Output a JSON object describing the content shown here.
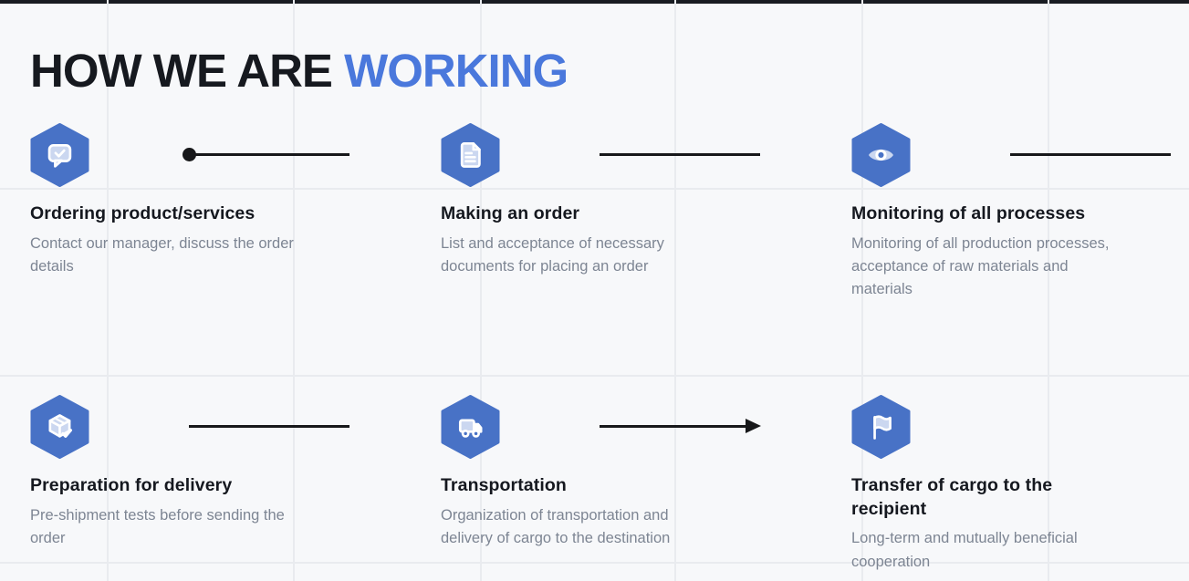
{
  "page": {
    "background": "#f7f8fa",
    "grid_line_color": "#e9ebef",
    "top_bar_color": "#191c22",
    "connector_color": "#17181a"
  },
  "title": {
    "text_dark": "HOW WE ARE ",
    "text_accent": "WORKING",
    "dark_color": "#16191f",
    "accent_color": "#4a78dc"
  },
  "hexagon": {
    "fill_color": "#4872c6",
    "glyph_stroke": "#ffffff",
    "glyph_fill": "#cbd7f0"
  },
  "text_colors": {
    "heading": "#15181f",
    "description": "#7d8593"
  },
  "steps": [
    {
      "icon": "chat-check-icon",
      "connector": "dot-line",
      "title": "Ordering product/services",
      "description": "Contact our manager, discuss the order details"
    },
    {
      "icon": "document-icon",
      "connector": "line",
      "title": "Making an order",
      "description": "List and acceptance of necessary documents for placing an order"
    },
    {
      "icon": "eye-icon",
      "connector": "line",
      "title": "Monitoring of all processes",
      "description": "Monitoring of all production processes, acceptance of raw materials and materials"
    },
    {
      "icon": "package-check-icon",
      "connector": "line",
      "title": "Preparation for delivery",
      "description": "Pre-shipment tests before sending the order"
    },
    {
      "icon": "truck-icon",
      "connector": "arrow-line",
      "title": "Transportation",
      "description": "Organization of transportation and delivery of cargo to the destination"
    },
    {
      "icon": "flag-icon",
      "connector": "none",
      "title": "Transfer of cargo to the recipient",
      "description": "Long-term and mutually beneficial cooperation"
    }
  ]
}
